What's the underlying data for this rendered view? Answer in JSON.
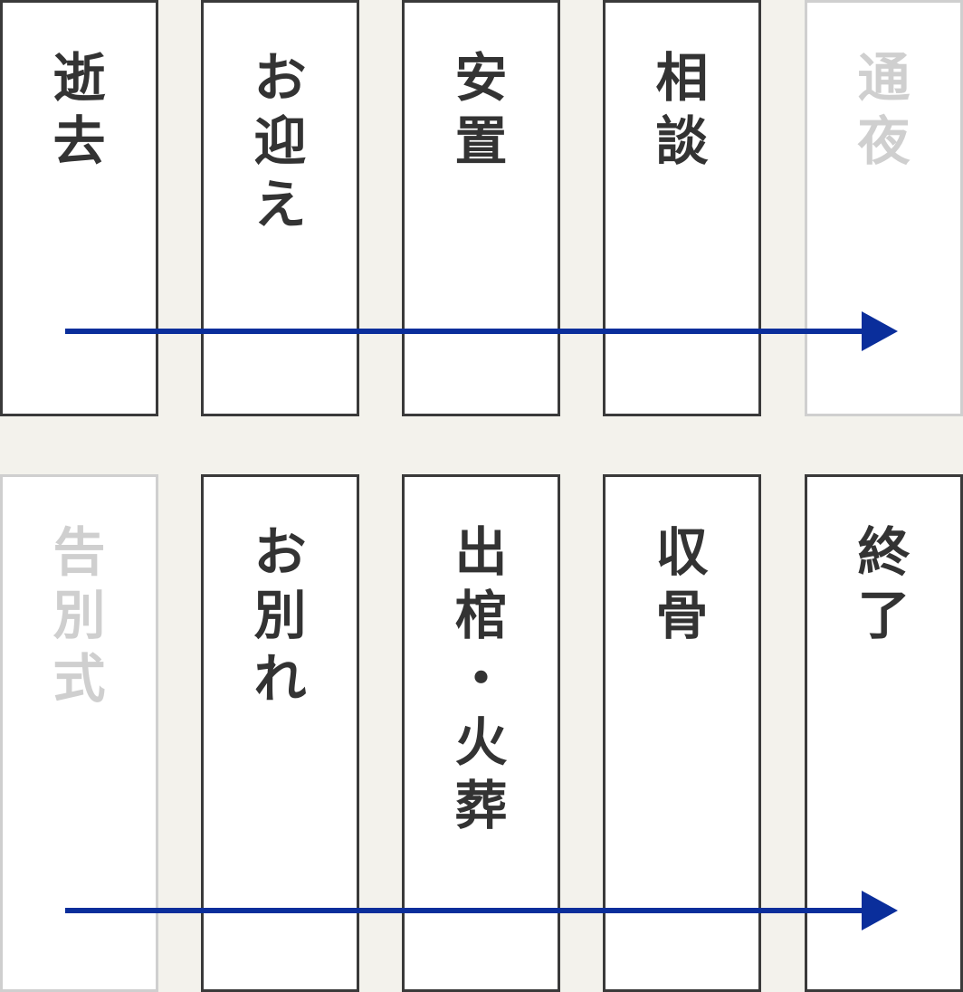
{
  "colors": {
    "background": "#f3f2ec",
    "card_fill": "#ffffff",
    "active_border": "#3a3a3a",
    "inactive_border": "#cfcfcf",
    "active_text": "#333333",
    "inactive_text": "#cfcfcf",
    "arrow": "#0a2e9b"
  },
  "row1": {
    "steps": [
      {
        "label": "逝去",
        "active": true
      },
      {
        "label": "お迎え",
        "active": true
      },
      {
        "label": "安置",
        "active": true
      },
      {
        "label": "相談",
        "active": true
      },
      {
        "label": "通夜",
        "active": false
      }
    ]
  },
  "row2": {
    "steps": [
      {
        "label": "告別式",
        "active": false
      },
      {
        "label": "お別れ",
        "active": true
      },
      {
        "label": "出棺・火葬",
        "active": true
      },
      {
        "label": "収骨",
        "active": true
      },
      {
        "label": "終了",
        "active": true
      }
    ]
  }
}
